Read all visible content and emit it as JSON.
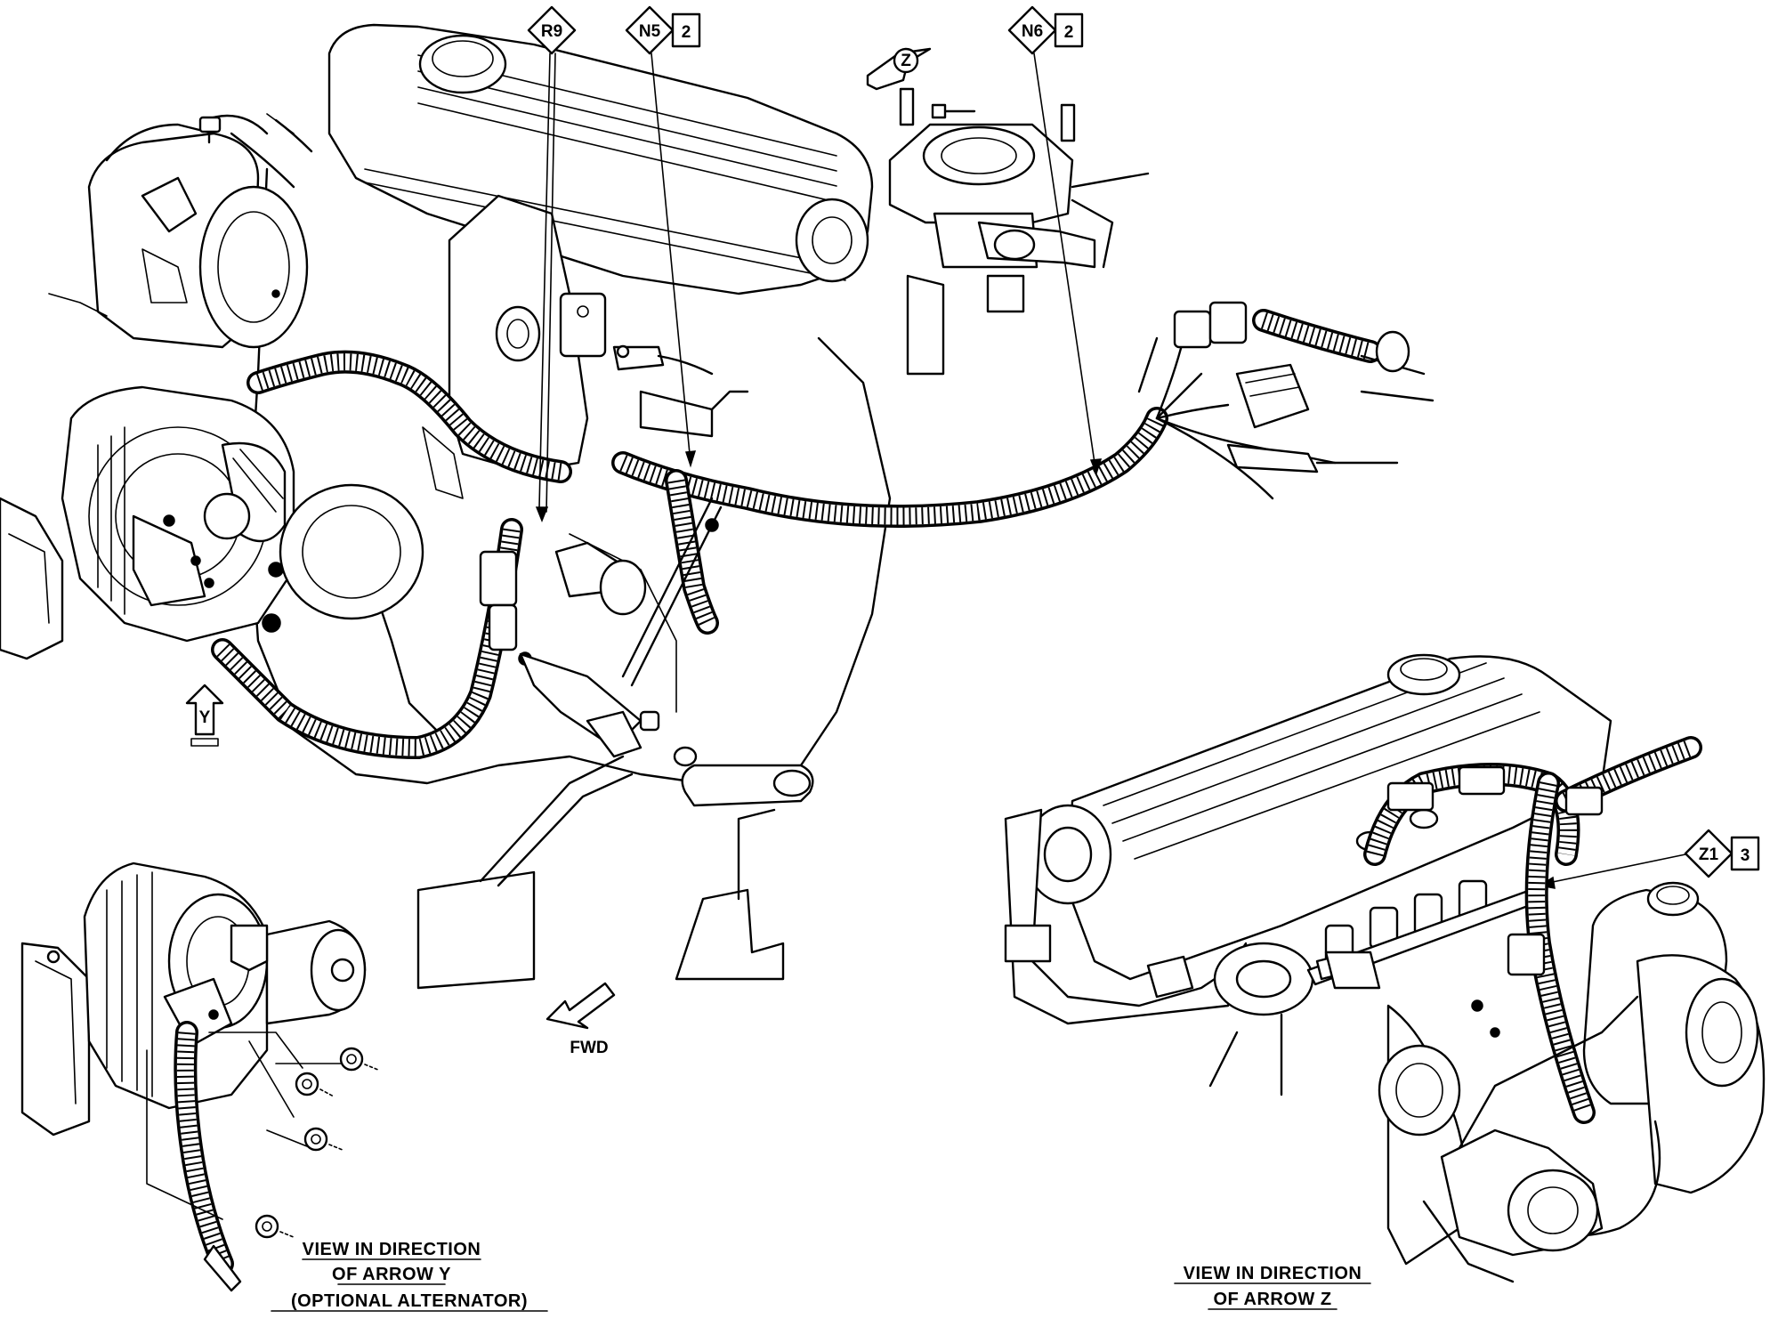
{
  "callouts": [
    {
      "id": "R9",
      "num": ""
    },
    {
      "id": "N5",
      "num": "2"
    },
    {
      "id": "N6",
      "num": "2"
    },
    {
      "id": "Z1",
      "num": "3"
    }
  ],
  "arrows": {
    "y_label": "Y",
    "z_label": "Z",
    "fwd_label": "FWD"
  },
  "captions": {
    "view_y": [
      "VIEW IN DIRECTION",
      "OF ARROW Y",
      "(OPTIONAL ALTERNATOR)"
    ],
    "view_z": [
      "VIEW IN DIRECTION",
      "OF ARROW Z"
    ]
  }
}
